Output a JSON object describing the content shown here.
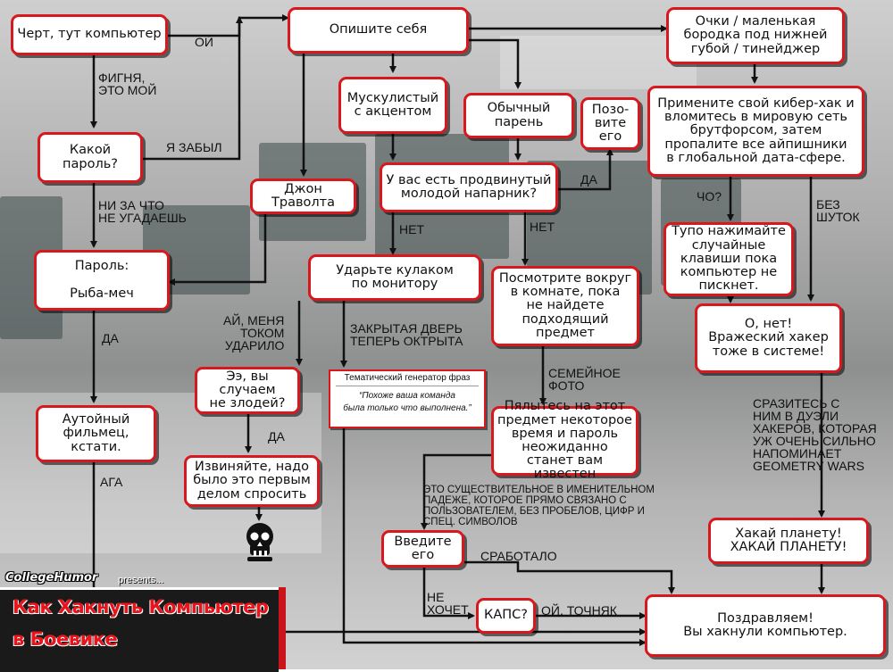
{
  "nodes": {
    "n1": "Черт, тут компьютер",
    "n2": "Опишите себя",
    "n3": "Очки / маленькая\nбородка под нижней\nгубой / тинейджер",
    "n4": "Какой\nпароль?",
    "n5": "Мускулистый\nс акцентом",
    "n6": "Обычный\nпарень",
    "n7": "Позо-\nвите\nего",
    "n8": "Примените свой кибер-хак и\nвломитесь в мировую сеть\nбрутфорсом, затем\nпропалите все айпишники\nв глобальной дата-сфере.",
    "n9": "Джон\nТраволта",
    "n10": "У вас есть продвинутый\nмолодой напарник?",
    "n11": "Пароль:\n\nРыба-меч",
    "n12": "Ударьте кулаком\nпо монитору",
    "n13": "Посмотрите вокруг\nв комнате, пока\nне найдете\nподходящий\nпредмет",
    "n14": "Тупо нажимайте\nслучайные\nклавиши пока\nкомпьютер не\nпискнет.",
    "n15": "О, нет!\nВражеский хакер\nтоже в системе!",
    "n16": "Ээ, вы случаем\nне злодей?",
    "n17": "Пялытесь на этот\nпредмет некоторое\nвремя и пароль\nнеожиданно\nстанет вам известен",
    "n18": "Аутойный\nфильмец,\nкстати.",
    "n19": "Извиняйте, надо\nбыло это первым\nделом спросить",
    "n20": "Введите\nего",
    "n21": "Хакай планету!\nХАКАЙ ПЛАНЕТУ!",
    "n22": "КАПС?",
    "n23": "Поздравляем!\nВы хакнули компьютер."
  },
  "note": {
    "title": "Тематический генератор фраз",
    "body": "“Похоже ваша команда\nбыла только что выполнена.”"
  },
  "labels": {
    "oy": "ОЙ",
    "fignya": "ФИГНЯ,\nЭТО МОЙ",
    "zabyl": "Я ЗАБЫЛ",
    "nizachto": "НИ ЗА ЧТО\nНЕ УГАДАЕШЬ",
    "da1": "ДА",
    "aga": "АГА",
    "da_partner": "ДА",
    "net1": "НЕТ",
    "net2": "НЕТ",
    "ay": "АЙ, МЕНЯ\nТОКОМ\nУДАРИЛО",
    "dver": "ЗАКРЫТАЯ ДВЕРЬ\nТЕПЕРЬ ОКТРЫТА",
    "da2": "ДА",
    "foto": "СЕМЕЙНОЕ\nФОТО",
    "cho": "ЧО?",
    "bez": "БЕЗ\nШУТОК",
    "srazites": "СРАЗИТЕСЬ С\nНИМ В ДУЭЛИ\nХАКЕРОВ, КОТОРАЯ\nУЖ ОЧЕНЬ СИЛЬНО\nНАПОМИНАЕТ\nGEOMETRY WARS",
    "noun": "ЭТО СУЩЕСТВИТЕЛЬНОЕ В ИМЕНИТЕЛЬНОМ\nПАДЕЖЕ, КОТОРОЕ ПРЯМО СВЯЗАНО С\nПОЛЬЗОВАТЕЛЕМ, БЕЗ ПРОБЕЛОВ, ЦИФР И\nСПЕЦ. СИМВОЛОВ",
    "srabotalo": "СРАБОТАЛО",
    "nehochet": "НЕ\nХОЧЕТ",
    "tochnyak": "ОЙ, ТОЧНЯК"
  },
  "branding": {
    "logo": "CollegeHumor",
    "presents": "presents...",
    "title_line1": "Как Хакнуть Компьютер",
    "title_line2": "в Боевике"
  },
  "icons": {
    "skull": "skull-icon"
  }
}
